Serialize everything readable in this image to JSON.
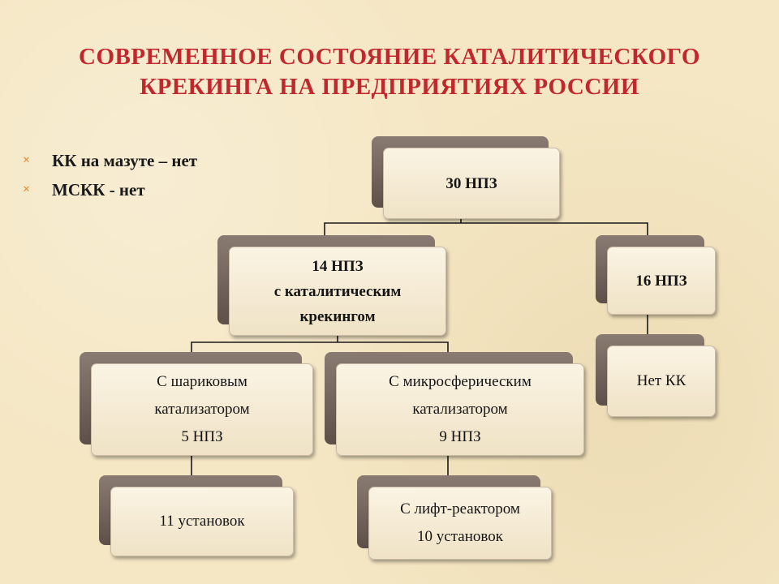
{
  "title": {
    "line1": "СОВРЕМЕННОЕ СОСТОЯНИЕ КАТАЛИТИЧЕСКОГО",
    "line2": "КРЕКИНГА НА ПРЕДПРИЯТИЯХ РОССИИ"
  },
  "bullets": [
    {
      "marker": "×",
      "text": "КК на мазуте – нет"
    },
    {
      "marker": "×",
      "text": "МСКК - нет"
    }
  ],
  "diagram": {
    "root": {
      "lines": [
        "30 НПЗ"
      ]
    },
    "with_cracking": {
      "lines": [
        "14 НПЗ",
        "с каталитическим",
        "крекингом"
      ]
    },
    "without_cracking": {
      "lines": [
        "16 НПЗ"
      ]
    },
    "no_kk": {
      "lines": [
        "Нет КК"
      ]
    },
    "ball_catalyst": {
      "lines": [
        "С шариковым",
        "катализатором",
        "5 НПЗ"
      ]
    },
    "microsphere_catalyst": {
      "lines": [
        "С микросферическим",
        "катализатором",
        "9 НПЗ"
      ]
    },
    "ball_units": {
      "lines": [
        "11 установок"
      ]
    },
    "lift_reactor": {
      "lines": [
        "С лифт-реактором",
        "10 установок"
      ]
    }
  }
}
